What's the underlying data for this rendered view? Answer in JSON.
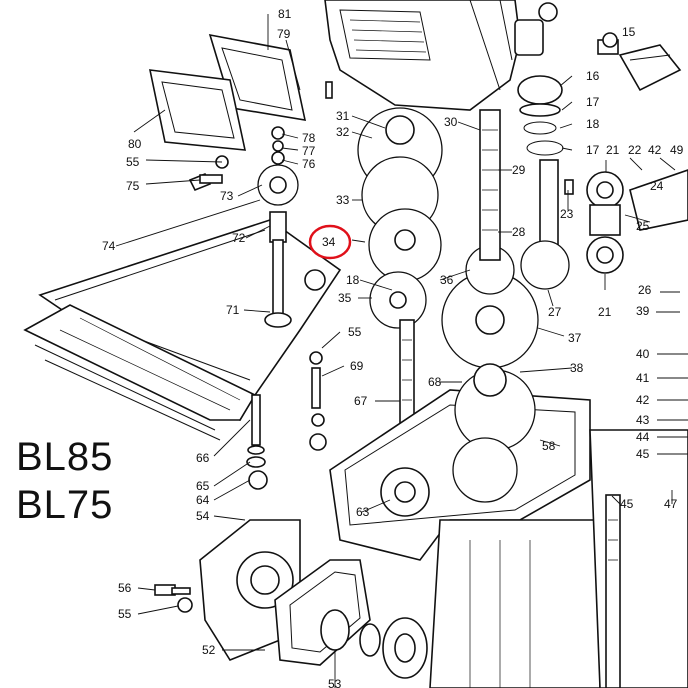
{
  "model_labels": [
    "BL85",
    "BL75"
  ],
  "highlight": {
    "label": "34",
    "color": "#e0101a"
  },
  "part_labels": [
    "81",
    "79",
    "80",
    "55",
    "75",
    "78",
    "77",
    "76",
    "73",
    "74",
    "72",
    "71",
    "31",
    "32",
    "33",
    "34",
    "30",
    "29",
    "28",
    "18",
    "35",
    "36",
    "15",
    "16",
    "17",
    "18",
    "17",
    "21",
    "22",
    "42",
    "49",
    "23",
    "24",
    "25",
    "26",
    "39",
    "27",
    "21",
    "37",
    "55",
    "69",
    "38",
    "40",
    "41",
    "42",
    "43",
    "44",
    "45",
    "68",
    "67",
    "66",
    "65",
    "64",
    "54",
    "58",
    "63",
    "56",
    "55",
    "52",
    "53",
    "45",
    "47"
  ]
}
